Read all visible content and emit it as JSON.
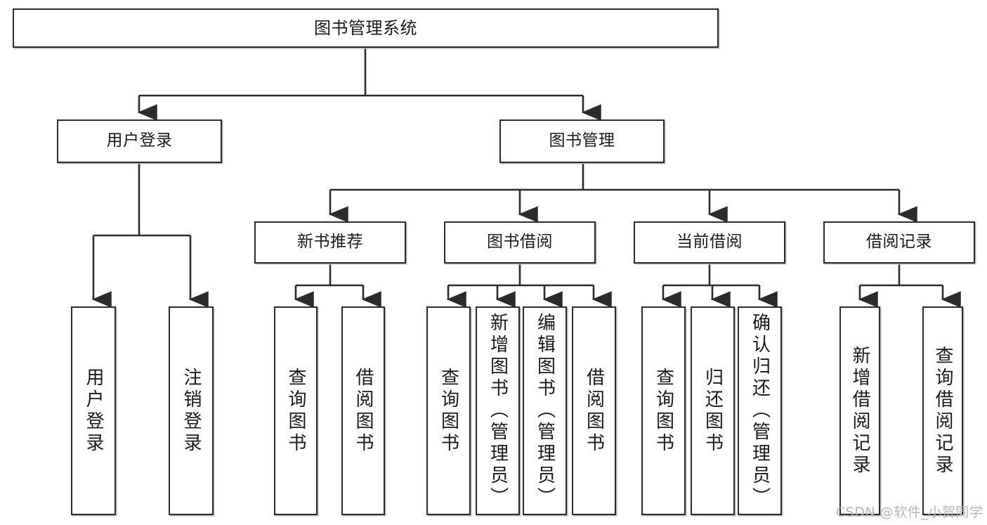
{
  "diagram": {
    "title": "图书管理系统",
    "type": "hierarchical-function-tree",
    "root": {
      "label": "图书管理系统"
    },
    "level2": [
      {
        "label": "用户登录"
      },
      {
        "label": "图书管理"
      }
    ],
    "level3": [
      {
        "label": "新书推荐",
        "parent": "图书管理"
      },
      {
        "label": "图书借阅",
        "parent": "图书管理"
      },
      {
        "label": "当前借阅",
        "parent": "图书管理"
      },
      {
        "label": "借阅记录",
        "parent": "图书管理"
      }
    ],
    "leaves": [
      {
        "label": "用户登录",
        "parent": "用户登录"
      },
      {
        "label": "注销登录",
        "parent": "用户登录"
      },
      {
        "label": "查询图书",
        "parent": "新书推荐"
      },
      {
        "label": "借阅图书",
        "parent": "新书推荐"
      },
      {
        "label": "查询图书",
        "parent": "图书借阅"
      },
      {
        "label": "新增图书（管理员）",
        "parent": "图书借阅"
      },
      {
        "label": "编辑图书（管理员）",
        "parent": "图书借阅"
      },
      {
        "label": "借阅图书",
        "parent": "图书借阅"
      },
      {
        "label": "查询图书",
        "parent": "当前借阅"
      },
      {
        "label": "归还图书",
        "parent": "当前借阅"
      },
      {
        "label": "确认归还（管理员）",
        "parent": "当前借阅"
      },
      {
        "label": "新增借阅记录",
        "parent": "借阅记录"
      },
      {
        "label": "查询借阅记录",
        "parent": "借阅记录"
      }
    ],
    "watermark": "CSDN @软件_小贺同学",
    "colors": {
      "border": "#2b2b2b",
      "background": "#ffffff",
      "text": "#1a1a1a",
      "watermark": "#b6b6b6"
    }
  }
}
